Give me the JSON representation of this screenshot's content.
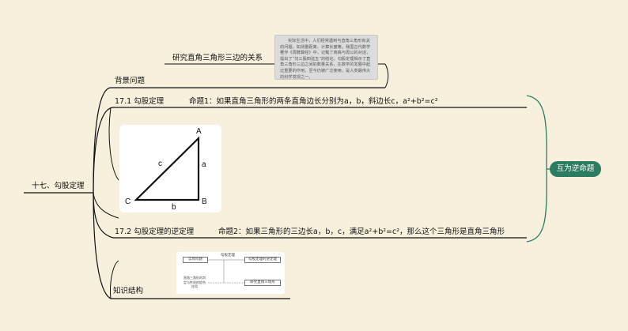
{
  "root": {
    "label": "十七、勾股定理"
  },
  "branches": {
    "background": {
      "label": "背景问题"
    },
    "research": {
      "label": "研究直角三角形三边的关系"
    },
    "section_17_1": {
      "label": "17.1 勾股定理"
    },
    "proposition_1": {
      "label": "命题1：如果直角三角形的两条直角边长分别为a，b，斜边长c，a²+b²=c²"
    },
    "section_17_2": {
      "label": "17.2 勾股定理的逆定理"
    },
    "proposition_2": {
      "label": "命题2：如果三角形的三边长a，b，c，满足a²+b²=c²，那么这个三角形是直角三角形"
    },
    "knowledge": {
      "label": "知识结构"
    }
  },
  "inverse_label": {
    "label": "互为逆命题"
  },
  "note_text": "实际生活中，人们经常遇到与直角三角形有关的问题，如测量距离、计算长度等。我国古代数学著作《周髀算经》中，记载了商高与周公的对话，提出了“勾三股四弦五”的结论。勾股定理揭示了直角三角形三边之间的数量关系，在数学的发展中起过重要的作用，至今仍被广泛使用，是人类最伟大的科学发现之一。",
  "triangle": {
    "vertex_a": "A",
    "vertex_b": "B",
    "vertex_c": "C",
    "side_a": "a",
    "side_b": "b",
    "side_c": "c"
  },
  "structure": {
    "box_1": "实际问题",
    "box_2": "勾股定理",
    "box_3": "勾股定理的逆定理",
    "box_4": "直角三角形的判定与性质的综合应用",
    "box_5": "研究直角三角形"
  },
  "colors": {
    "background": "#f6f0dc",
    "branch_line": "#111111",
    "accent": "#2c7c62"
  }
}
